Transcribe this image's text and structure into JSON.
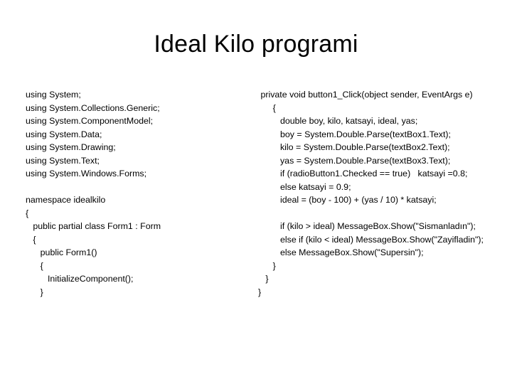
{
  "slide": {
    "title": "Ideal Kilo programi",
    "background_color": "#ffffff",
    "text_color": "#000000"
  },
  "code_left": {
    "name": "left-code-block",
    "lines": [
      "using System;",
      "using System.Collections.Generic;",
      "using System.ComponentModel;",
      "using System.Data;",
      "using System.Drawing;",
      "using System.Text;",
      "using System.Windows.Forms;",
      "",
      "namespace idealkilo",
      "{",
      "   public partial class Form1 : Form",
      "   {",
      "      public Form1()",
      "      {",
      "         InitializeComponent();",
      "      }"
    ]
  },
  "code_right": {
    "name": "right-code-block",
    "lines": [
      " private void button1_Click(object sender, EventArgs e)",
      "      {",
      "         double boy, kilo, katsayi, ideal, yas;",
      "         boy = System.Double.Parse(textBox1.Text);",
      "         kilo = System.Double.Parse(textBox2.Text);",
      "         yas = System.Double.Parse(textBox3.Text);",
      "         if (radioButton1.Checked == true)   katsayi =0.8;",
      "         else katsayi = 0.9;",
      "         ideal = (boy - 100) + (yas / 10) * katsayi;",
      "",
      "         if (kilo > ideal) MessageBox.Show(\"Sismanladın\");",
      "         else if (kilo < ideal) MessageBox.Show(\"Zayifladin\");",
      "         else MessageBox.Show(\"Supersin\");",
      "      }",
      "   }",
      "}"
    ]
  }
}
